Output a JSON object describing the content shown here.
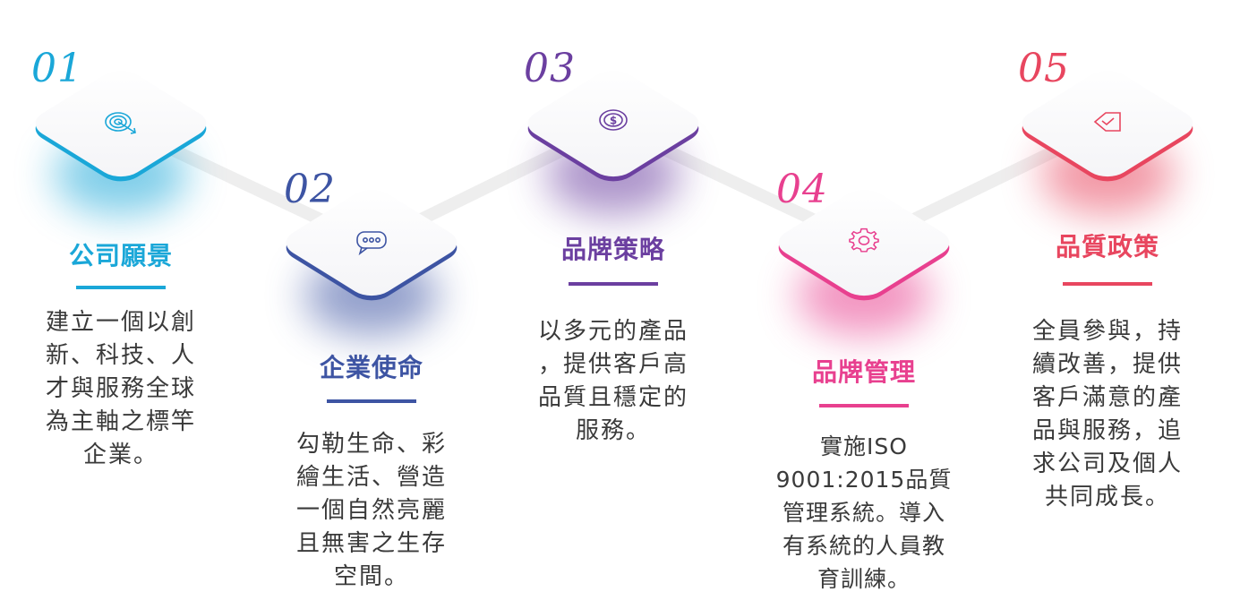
{
  "steps": [
    {
      "num": "01",
      "title": "公司願景",
      "desc": [
        "建立一個以創",
        "新、科技、人",
        "才與服務全球",
        "為主軸之標竿",
        "企業。"
      ],
      "color": "#1aa7d8",
      "icon": "target-icon"
    },
    {
      "num": "02",
      "title": "企業使命",
      "desc": [
        "勾勒生命、彩",
        "繪生活、營造",
        "一個自然亮麗",
        "且無害之生存",
        "空間。"
      ],
      "color": "#3d54a3",
      "icon": "chat-bubble-icon"
    },
    {
      "num": "03",
      "title": "品牌策略",
      "desc": [
        "以多元的產品",
        "，提供客戶高",
        "品質且穩定的",
        "服務。"
      ],
      "color": "#6b3fa0",
      "icon": "dollar-coin-icon"
    },
    {
      "num": "04",
      "title": "品牌管理",
      "desc": [
        "實施ISO",
        "9001:2015品質",
        "管理系統。導入",
        "有系統的人員教",
        "育訓練。"
      ],
      "color": "#e8408f",
      "icon": "gear-icon"
    },
    {
      "num": "05",
      "title": "品質政策",
      "desc": [
        "全員參與，持",
        "續改善，提供",
        "客戶滿意的產",
        "品與服務，追",
        "求公司及個人",
        "共同成長。"
      ],
      "color": "#e8465f",
      "icon": "tag-icon"
    }
  ]
}
